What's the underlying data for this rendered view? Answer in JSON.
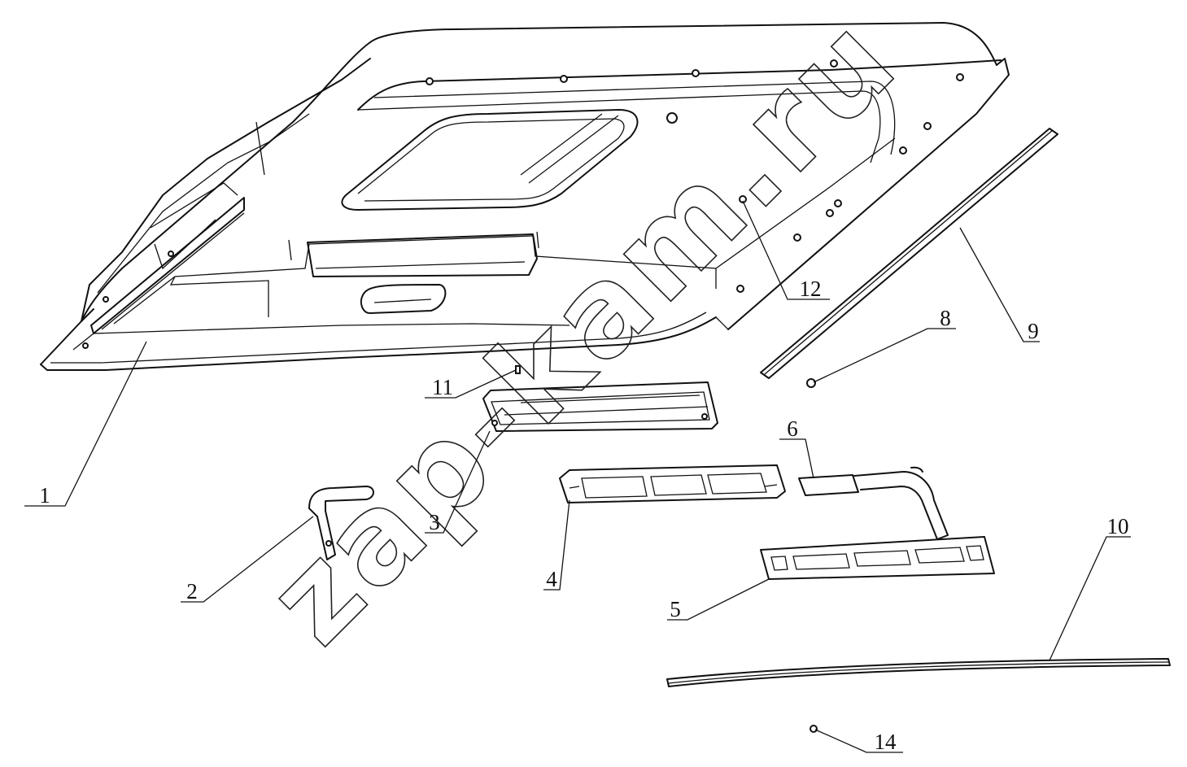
{
  "diagram": {
    "watermark": "zap-kam.ru",
    "callouts": [
      {
        "id": "1",
        "label": "1"
      },
      {
        "id": "2",
        "label": "2"
      },
      {
        "id": "3",
        "label": "3"
      },
      {
        "id": "4",
        "label": "4"
      },
      {
        "id": "5",
        "label": "5"
      },
      {
        "id": "6",
        "label": "6"
      },
      {
        "id": "8",
        "label": "8"
      },
      {
        "id": "9",
        "label": "9"
      },
      {
        "id": "10",
        "label": "10"
      },
      {
        "id": "11",
        "label": "11"
      },
      {
        "id": "12",
        "label": "12"
      },
      {
        "id": "14",
        "label": "14"
      }
    ]
  }
}
